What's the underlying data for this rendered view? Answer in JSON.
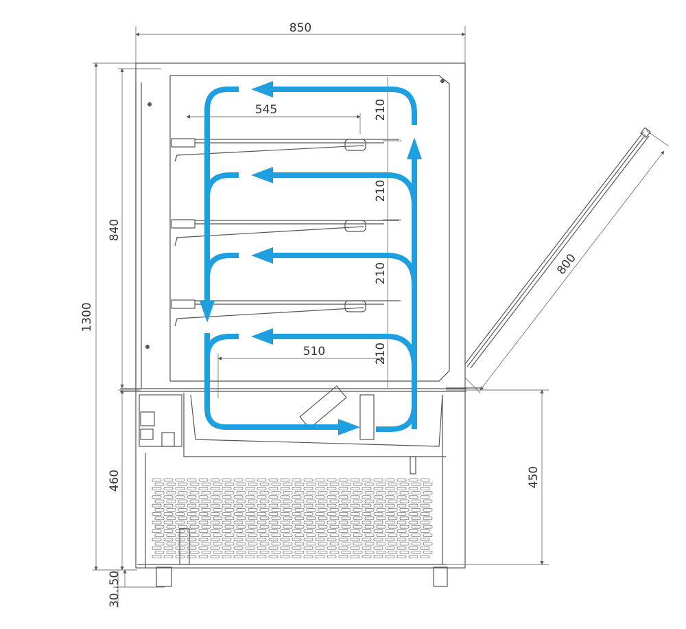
{
  "diagram": {
    "dimensions": {
      "width_total": "850",
      "height_total": "1300",
      "upper_height": "840",
      "lower_height": "460",
      "feet_range": "30..50",
      "base_height": "450",
      "glass_length": "800",
      "shelf_depth_top": "545",
      "shelf_depth_bottom": "510",
      "shelf_spacing": [
        "210",
        "210",
        "210",
        "210"
      ]
    },
    "colors": {
      "airflow": "#1d9fe0",
      "lines": "#555555"
    }
  }
}
